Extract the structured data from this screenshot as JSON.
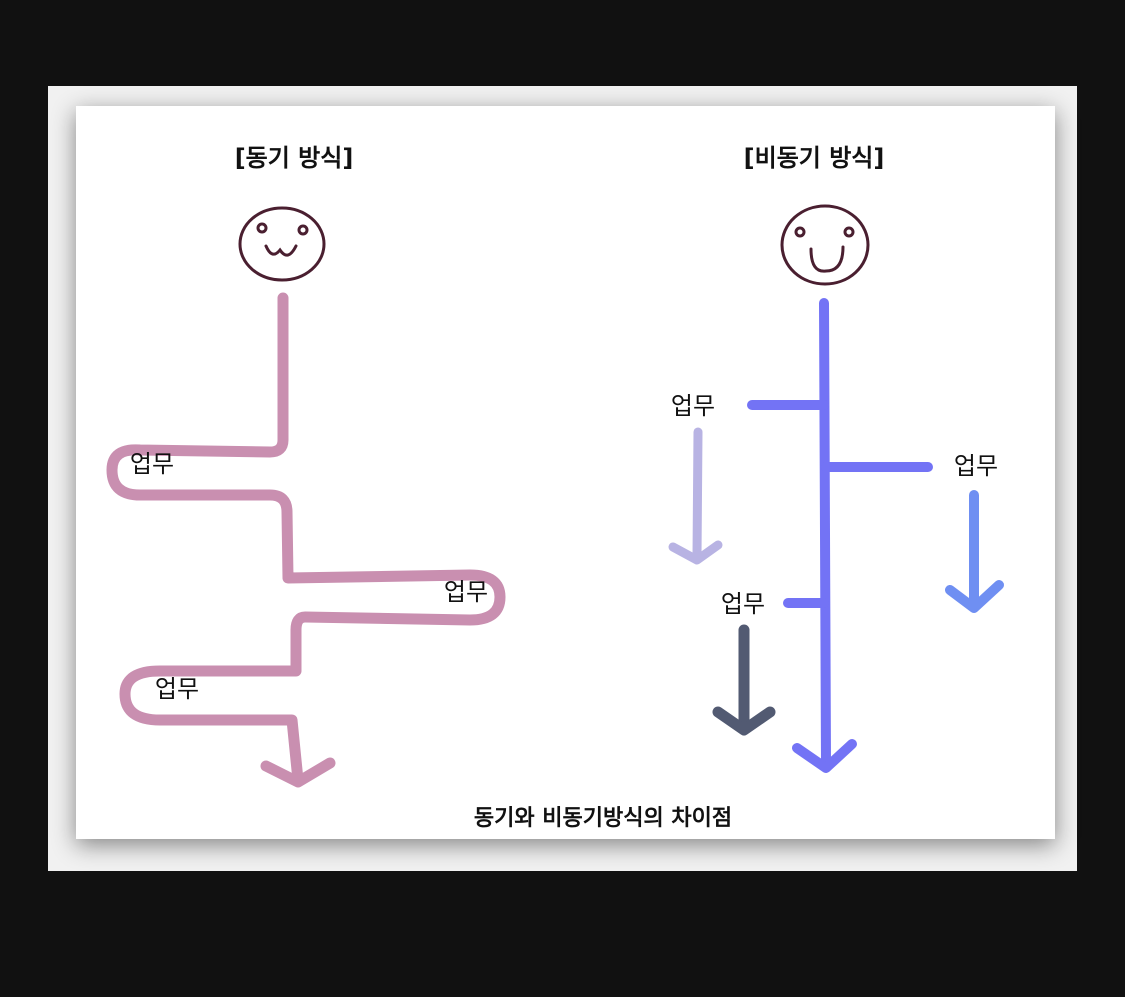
{
  "diagram": {
    "left_title": "[동기 방식]",
    "right_title": "[비동기 방식]",
    "sync_tasks": [
      "업무",
      "업무",
      "업무"
    ],
    "async_tasks": [
      "업무",
      "업무",
      "업무"
    ],
    "caption": "동기와 비동기방식의 차이점"
  },
  "colors": {
    "sync_path": "#c98fb0",
    "async_main": "#7373f5",
    "arrow_lavender": "#b8b3e3",
    "arrow_blue": "#6f8ff2",
    "arrow_dark": "#525a72",
    "face_outline": "#4a1f30"
  }
}
